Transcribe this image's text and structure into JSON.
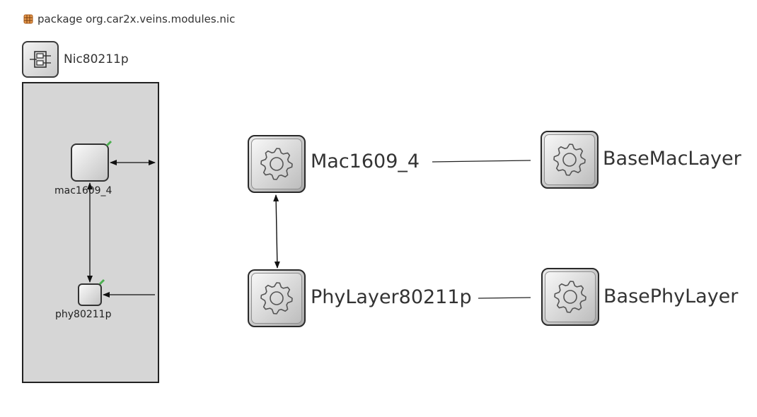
{
  "package": {
    "text": "package org.car2x.veins.modules.nic",
    "icon": "package-icon"
  },
  "compound": {
    "name": "Nic80211p",
    "icon": "compound-module-icon",
    "submodules": [
      {
        "label": "mac1609_4",
        "icon": "simple-module-icon"
      },
      {
        "label": "phy80211p",
        "icon": "simple-module-icon"
      }
    ]
  },
  "types": [
    {
      "name": "Mac1609_4",
      "icon": "gear-icon"
    },
    {
      "name": "BaseMacLayer",
      "icon": "gear-icon"
    },
    {
      "name": "PhyLayer80211p",
      "icon": "gear-icon"
    },
    {
      "name": "BasePhyLayer",
      "icon": "gear-icon"
    }
  ],
  "colors": {
    "compound_fill": "#d6d6d6",
    "module_border": "#2a2a2a",
    "package_icon": "#c8742a",
    "connection_marker": "#4caf50"
  }
}
